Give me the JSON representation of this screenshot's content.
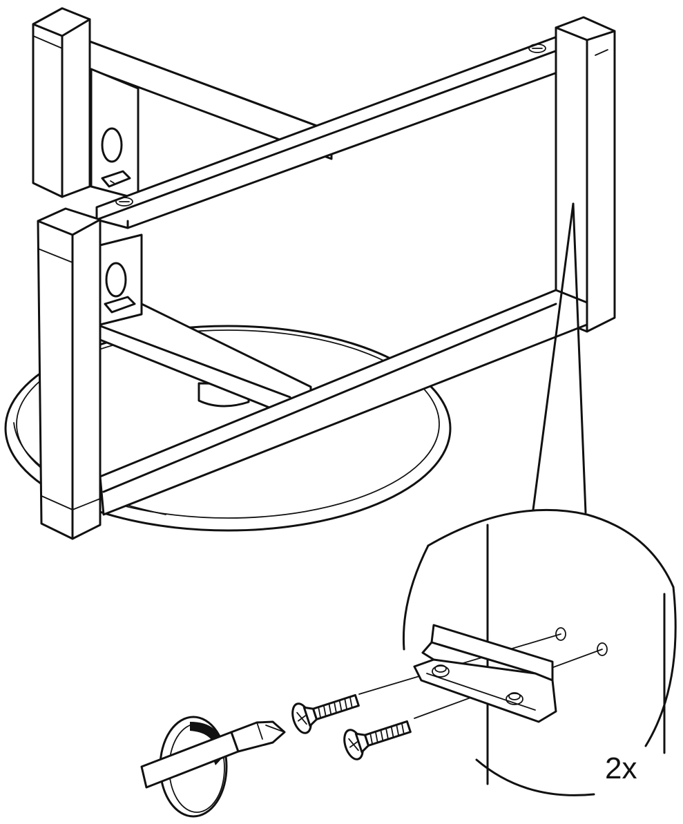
{
  "callout": {
    "quantity_label": "2x"
  },
  "icons": [
    "frame-assembly-illustration",
    "tabletop-disc",
    "bracket-detail-callout",
    "countersunk-screw-icon",
    "screwdriver-icon",
    "rotation-arrow-icon"
  ]
}
